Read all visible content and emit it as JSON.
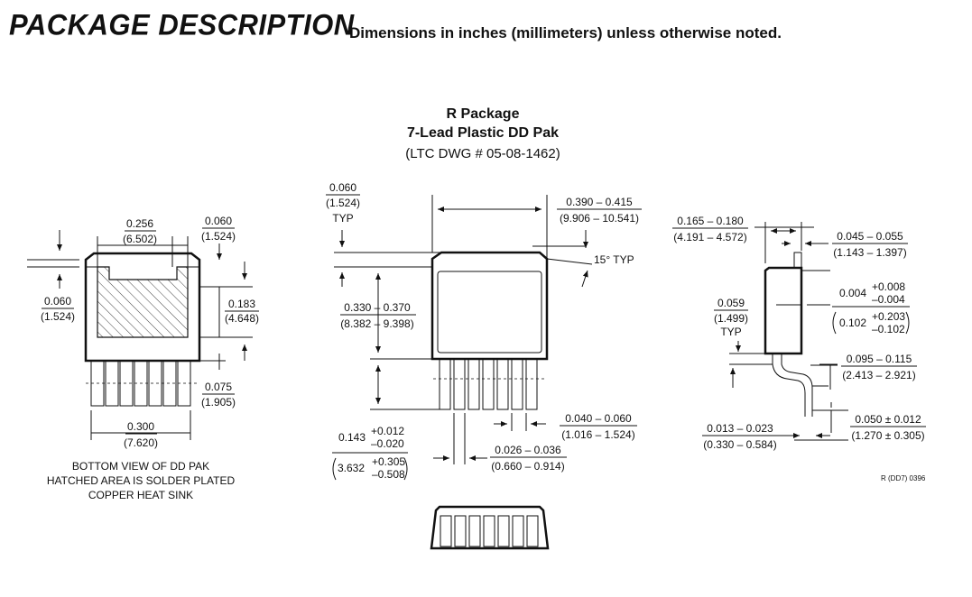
{
  "header": {
    "title": "PACKAGE DESCRIPTION",
    "subtitle": "Dimensions in inches (millimeters) unless otherwise noted."
  },
  "package": {
    "name": "R Package",
    "type": "7-Lead Plastic DD Pak",
    "drawing": "(LTC DWG # 05-08-1462)"
  },
  "bottom_view": {
    "dim_width": "0.256",
    "dim_width_mm": "(6.502)",
    "dim_tab": "0.060",
    "dim_tab_mm": "(1.524)",
    "dim_side": "0.060",
    "dim_side_mm": "(1.524)",
    "dim_h": "0.183",
    "dim_h_mm": "(4.648)",
    "dim_lead": "0.075",
    "dim_lead_mm": "(1.905)",
    "dim_span": "0.300",
    "dim_span_mm": "(7.620)",
    "caption1": "BOTTOM VIEW OF DD PAK",
    "caption2": "HATCHED AREA IS SOLDER PLATED",
    "caption3": "COPPER HEAT SINK"
  },
  "top_view": {
    "dim_top": "0.060",
    "dim_top_mm": "(1.524)",
    "dim_top_typ": "TYP",
    "dim_w": "0.390 – 0.415",
    "dim_w_mm": "(9.906 – 10.541)",
    "angle": "15° TYP",
    "dim_h": "0.330 – 0.370",
    "dim_h_mm": "(8.382 – 9.398)",
    "lead_len": "0.143",
    "lead_len_tol_plus": "+0.012",
    "lead_len_tol_minus": "–0.020",
    "lead_len_mm": "3.632",
    "lead_len_mm_tol_plus": "+0.305",
    "lead_len_mm_tol_minus": "–0.508",
    "pitch": "0.040 – 0.060",
    "pitch_mm": "(1.016 – 1.524)",
    "lead_w": "0.026 – 0.036",
    "lead_w_mm": "(0.660 – 0.914)"
  },
  "side_view": {
    "dim_body": "0.165 – 0.180",
    "dim_body_mm": "(4.191 – 4.572)",
    "dim_tab": "0.045 – 0.055",
    "dim_tab_mm": "(1.143 – 1.397)",
    "standoff": "0.004",
    "standoff_tol_plus": "+0.008",
    "standoff_tol_minus": "–0.004",
    "standoff_mm": "0.102",
    "standoff_mm_tol_plus": "+0.203",
    "standoff_mm_tol_minus": "–0.102",
    "dim_059": "0.059",
    "dim_059_mm": "(1.499)",
    "dim_059_typ": "TYP",
    "dim_095": "0.095 – 0.115",
    "dim_095_mm": "(2.413 – 2.921)",
    "dim_013": "0.013 – 0.023",
    "dim_013_mm": "(0.330 – 0.584)",
    "dim_050": "0.050 ± 0.012",
    "dim_050_mm": "(1.270 ± 0.305)"
  },
  "footer_code": "R (DD7) 0396"
}
